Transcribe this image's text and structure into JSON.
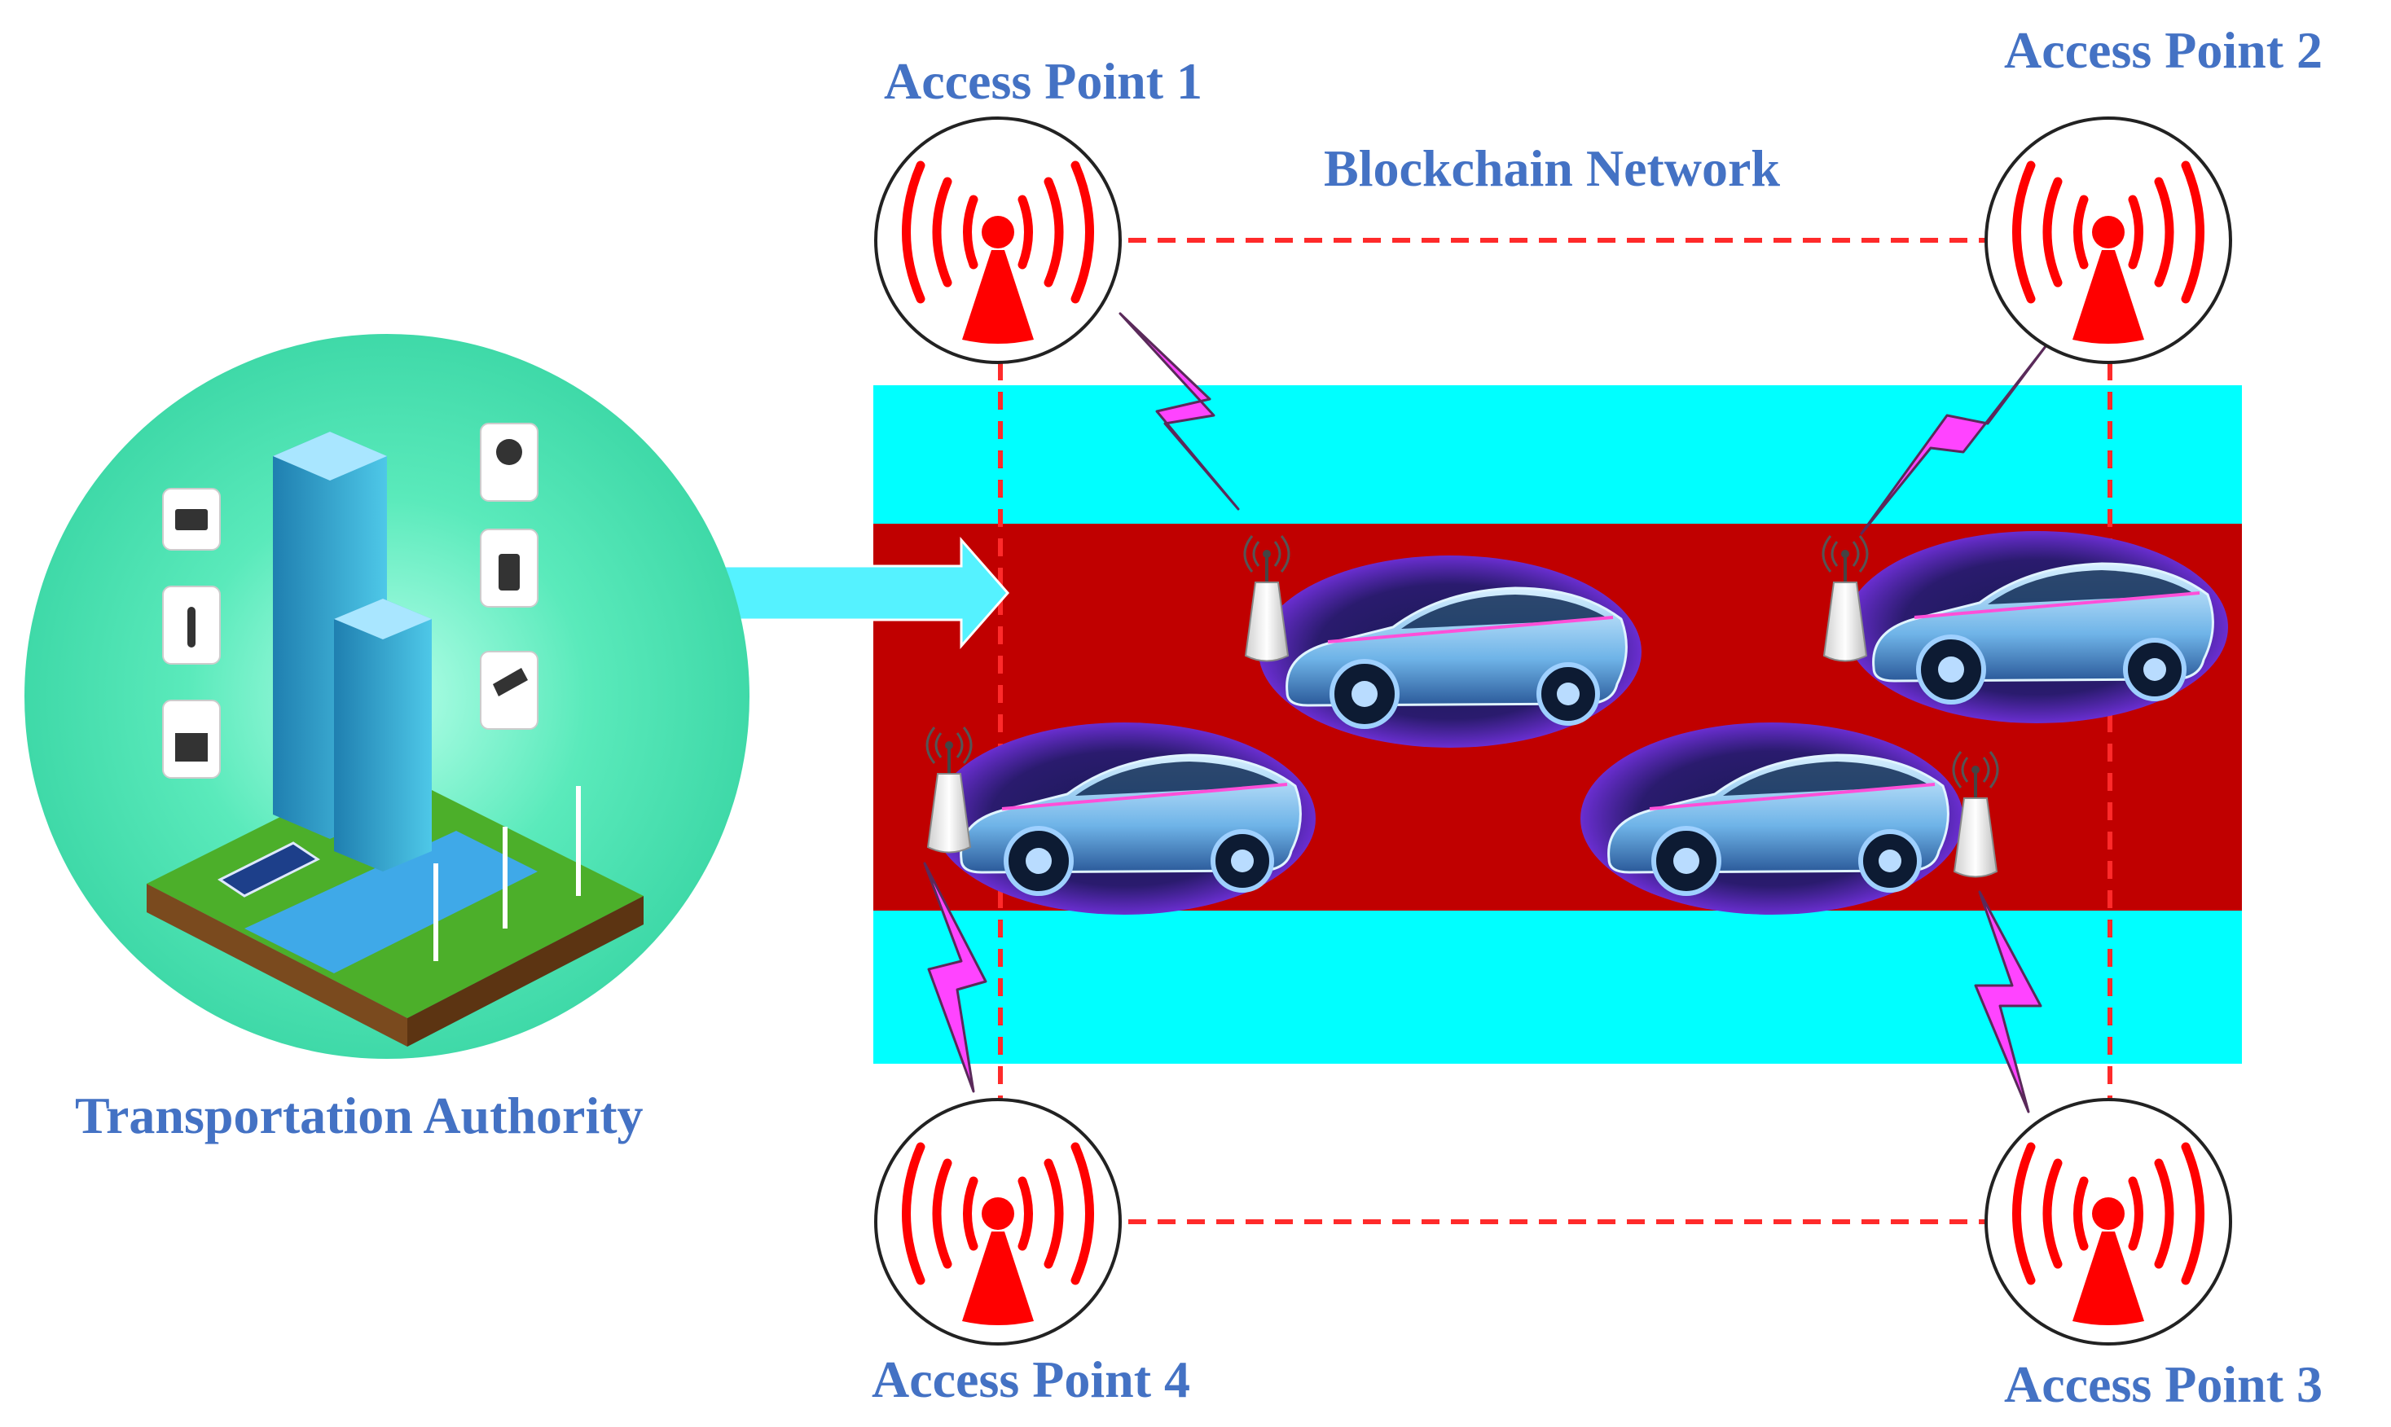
{
  "labels": {
    "access_point_1": "Access Point 1",
    "access_point_2": "Access Point 2",
    "access_point_3": "Access Point 3",
    "access_point_4": "Access Point 4",
    "network": "Blockchain Network",
    "authority": "Transportation Authority"
  },
  "colors": {
    "label_blue": "#4472c4",
    "road_cyan": "#00ffff",
    "road_red": "#c00000",
    "link_red": "#ff2a2a",
    "lightning": "#ff44ff",
    "authority_bg": "#4de8b5",
    "arrow_cyan": "#55f2ff"
  },
  "icons": [
    "antenna-icon",
    "lightning-icon",
    "car-icon",
    "router-icon",
    "smart-city-icon"
  ]
}
